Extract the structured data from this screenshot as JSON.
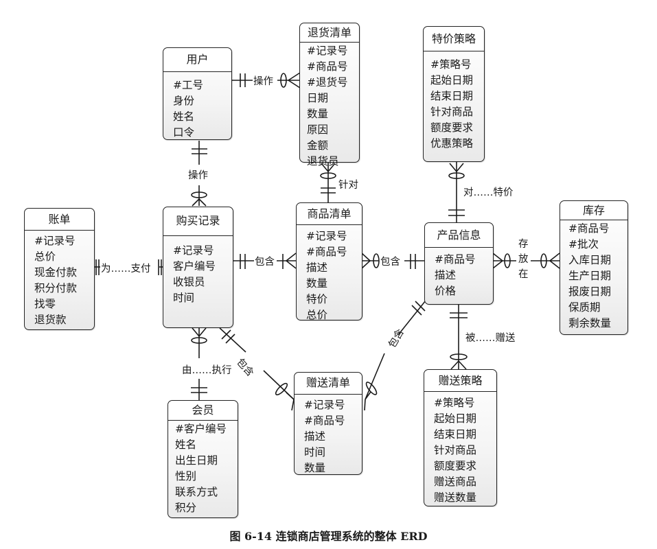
{
  "caption": "图 6-14    连锁商店管理系统的整体 ERD",
  "entities": {
    "user": {
      "title": "用户",
      "attrs": [
        "#工号",
        "身份",
        "姓名",
        "口令"
      ]
    },
    "return_list": {
      "title": "退货清单",
      "attrs": [
        "#记录号",
        "#商品号",
        "#退货号",
        "日期",
        "数量",
        "原因",
        "金额",
        "退货员"
      ]
    },
    "special_policy": {
      "title": "特价策略",
      "attrs": [
        "#策略号",
        "起始日期",
        "结束日期",
        "针对商品",
        "额度要求",
        "优惠策略"
      ]
    },
    "bill": {
      "title": "账单",
      "attrs": [
        "#记录号",
        "总价",
        "现金付款",
        "积分付款",
        "找零",
        "退货款"
      ]
    },
    "purchase_record": {
      "title": "购买记录",
      "attrs": [
        "#记录号",
        "客户编号",
        "收银员",
        "时间"
      ]
    },
    "goods_list": {
      "title": "商品清单",
      "attrs": [
        "#记录号",
        "#商品号",
        "描述",
        "数量",
        "特价",
        "总价"
      ]
    },
    "product_info": {
      "title": "产品信息",
      "attrs": [
        "#商品号",
        "描述",
        "价格"
      ]
    },
    "inventory": {
      "title": "库存",
      "attrs": [
        "#商品号",
        "#批次",
        "入库日期",
        "生产日期",
        "报废日期",
        "保质期",
        "剩余数量"
      ]
    },
    "member": {
      "title": "会员",
      "attrs": [
        "#客户编号",
        "姓名",
        "出生日期",
        "性别",
        "联系方式",
        "积分"
      ]
    },
    "gift_list": {
      "title": "赠送清单",
      "attrs": [
        "#记录号",
        "#商品号",
        "描述",
        "时间",
        "数量"
      ]
    },
    "gift_policy": {
      "title": "赠送策略",
      "attrs": [
        "#策略号",
        "起始日期",
        "结束日期",
        "针对商品",
        "额度要求",
        "赠送商品",
        "赠送数量"
      ]
    }
  },
  "relationships": {
    "user_return": "操作",
    "user_purchase": "操作",
    "return_goods": "针对",
    "special_product": "对……特价",
    "bill_purchase": "为……支付",
    "purchase_goods": "包含",
    "goods_product": "包含",
    "product_inventory": "存\n放\n在",
    "product_giftpolicy": "被……赠送",
    "purchase_member": "由……执行",
    "purchase_gift": "包含",
    "product_gift": "包含"
  }
}
